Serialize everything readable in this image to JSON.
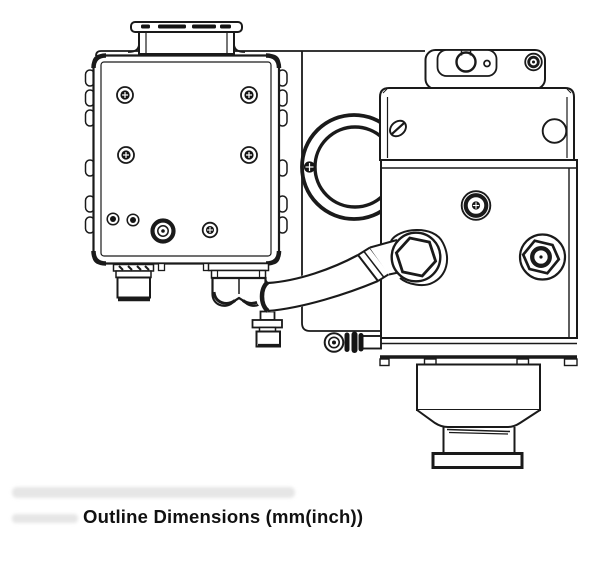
{
  "figure": {
    "type": "technical-outline-drawing",
    "caption": "Outline Dimensions (mm(inch))",
    "units": "mm(inch)",
    "colors": {
      "line": "#1a1a1a",
      "background": "#ffffff"
    }
  }
}
